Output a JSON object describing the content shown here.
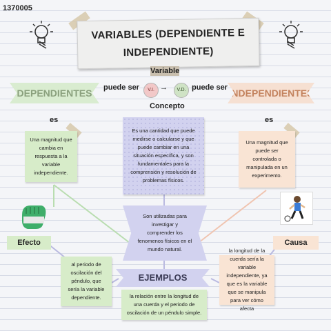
{
  "id_label": "1370005",
  "title": "VARIABLES (DEPENDIENTE E INDEPENDIENTE)",
  "variable_label": "Variable",
  "puede_ser": "puede ser",
  "vi": "V.I.",
  "vd": "V.D.",
  "arrow": "→",
  "concepto": "Concepto",
  "dependientes": {
    "title": "DEPENDIENTES",
    "es": "es",
    "definition": "Una magnitud que cambia en respuesta a la variable independiente.",
    "tag": "Efecto",
    "example": "al periodo de oscilación del péndulo, que sería la variable dependiente."
  },
  "independientes": {
    "title": "INDEPENDIENTES",
    "es": "es",
    "definition": "Una magnitud que puede ser controlada o manipulada en un experimento.",
    "tag": "Causa",
    "example": "la longitud de la cuerda sería la variable independiente, ya que es la variable que se manipula para ver cómo afecta"
  },
  "concept_definition": "Es una cantidad que puede medirse o calcularse y que puede cambiar en una situación específica, y son fundamentales para la comprensión y resolución de problemas físicos.",
  "usage": "Son utilizadas para investigar y comprender los fenomenos físicos en el mundo natural.",
  "ejemplos": {
    "title": "EJEMPLOS",
    "description": "la relación entre la longitud de una cuerda y el periodo de oscilación de un péndulo simple."
  },
  "colors": {
    "green": "#d7ecc9",
    "peach": "#f9e4d4",
    "lavender": "#d2d2ef",
    "tape": "#c9bfae"
  },
  "icons": [
    "lightbulb-icon",
    "lightbulb-icon",
    "goalkeeper-glove-icon",
    "soccer-player-icon"
  ]
}
